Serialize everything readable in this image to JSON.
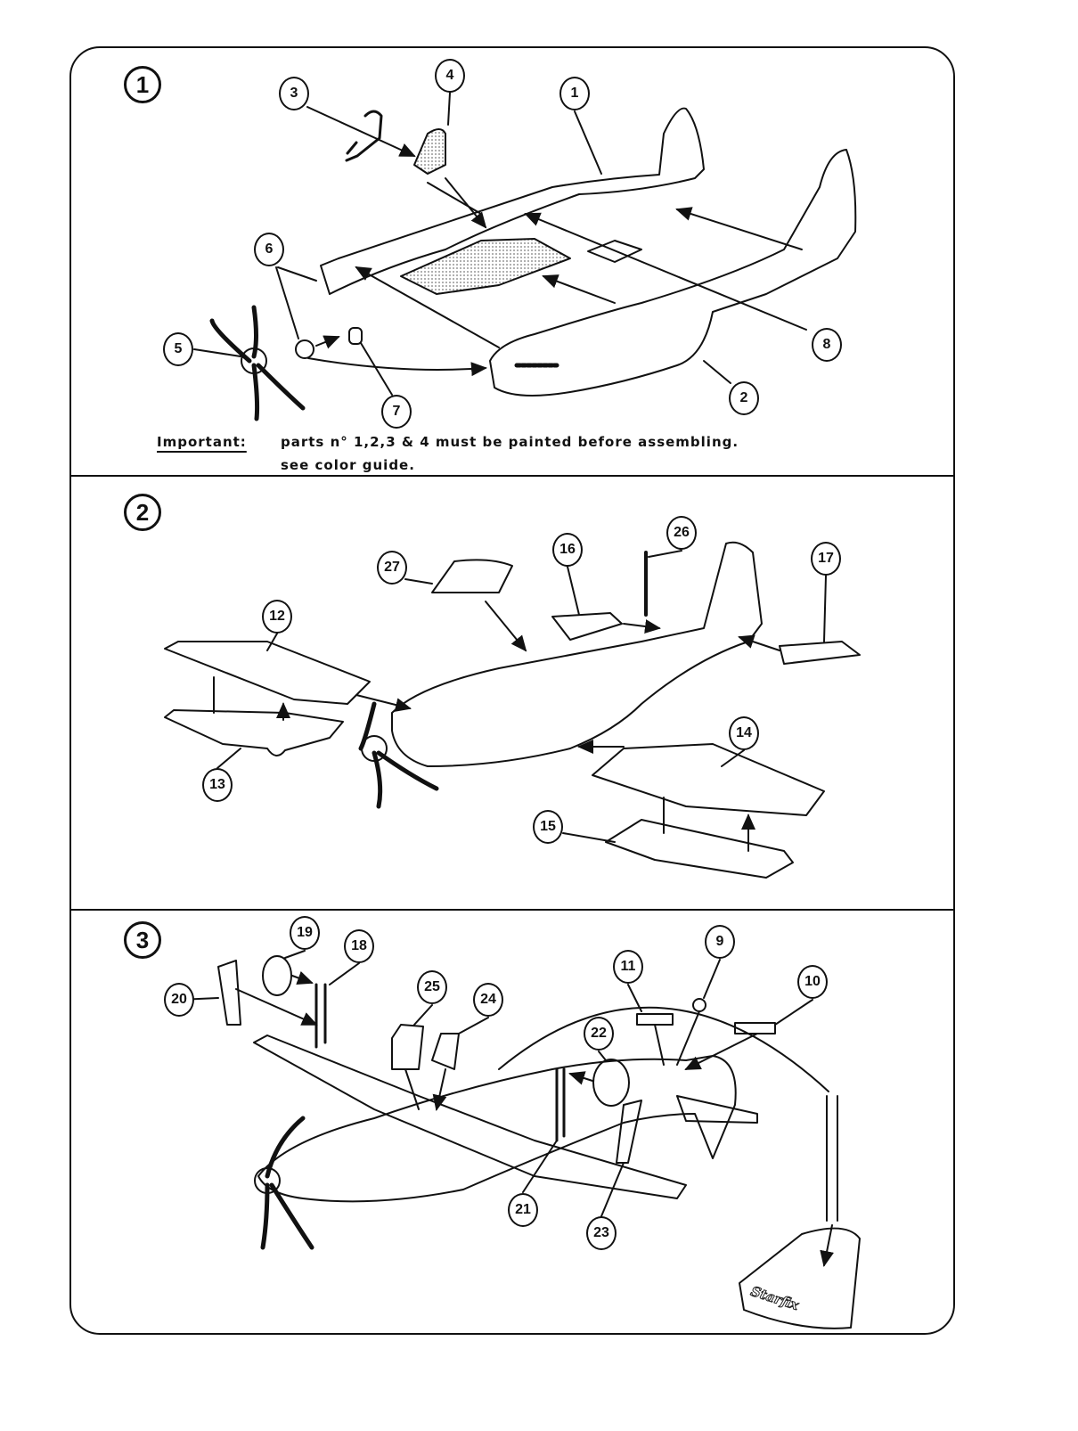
{
  "steps": [
    {
      "number": "1",
      "callouts": [
        "3",
        "4",
        "1",
        "6",
        "5",
        "7",
        "8",
        "2"
      ]
    },
    {
      "number": "2",
      "callouts": [
        "27",
        "16",
        "26",
        "17",
        "12",
        "14",
        "13",
        "15"
      ]
    },
    {
      "number": "3",
      "callouts": [
        "19",
        "18",
        "20",
        "25",
        "24",
        "11",
        "9",
        "10",
        "22",
        "21",
        "23"
      ]
    }
  ],
  "note": {
    "label": "Important:",
    "text": "parts n° 1,2,3 & 4  must be painted  before assembling.",
    "line2": "see color guide."
  },
  "stand_logo": "Starfix",
  "colors": {
    "ink": "#111111",
    "paper": "#ffffff",
    "shading": "#9a9a9a"
  }
}
